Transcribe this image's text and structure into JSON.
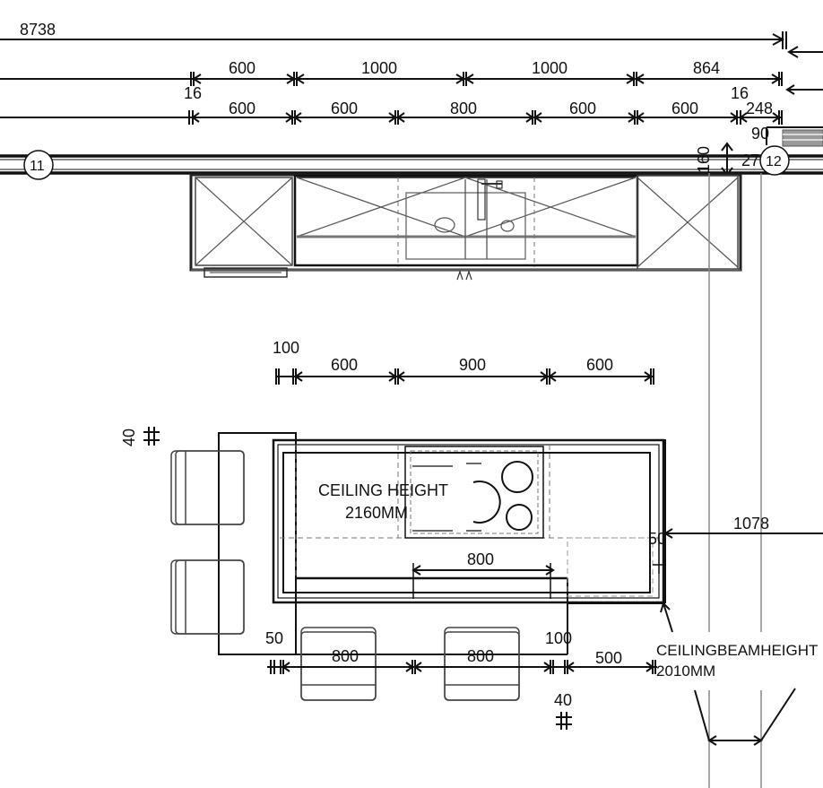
{
  "plan": {
    "grid_bubbles": [
      "11",
      "12"
    ],
    "overall_dimension": "8738",
    "top_row_1": [
      "600",
      "1000",
      "1000",
      "864"
    ],
    "top_row_2": [
      "600",
      "600",
      "800",
      "600",
      "600",
      "248"
    ],
    "small_dims": {
      "left_16": "16",
      "right_16": "16",
      "d_90": "90",
      "d_160": "160",
      "d_27": "27"
    },
    "island_top_dims": [
      "100",
      "600",
      "900",
      "600"
    ],
    "island_side_40": "40",
    "island_inner_800": "800",
    "island_right_50": "50",
    "island_right_1078": "1078",
    "bottom_dims": {
      "d_50": "50",
      "d_800a": "800",
      "d_800b": "800",
      "d_100": "100",
      "d_500": "500",
      "d_40": "40"
    },
    "notes": {
      "ceiling_height_line1": "CEILING HEIGHT",
      "ceiling_height_line2": "2160MM",
      "beam_line1": "CEILINGBEAMHEIGHT",
      "beam_line2": "2010MM"
    }
  }
}
